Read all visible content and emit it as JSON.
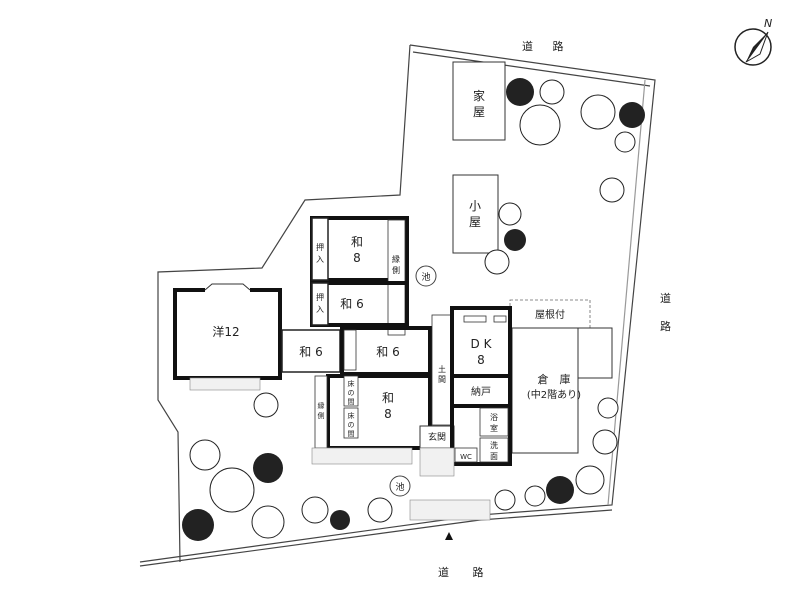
{
  "compass": {
    "north_label": "N"
  },
  "roads": {
    "top": "道 路",
    "right": "道 路",
    "bottom": "道 路"
  },
  "outbuildings": {
    "house": "家屋",
    "shed": "小屋",
    "annex": "屋根付"
  },
  "rooms": {
    "washitsu_top": {
      "name": "和",
      "size": "8"
    },
    "washitsu_mid": {
      "name": "和 6"
    },
    "washitsu_middle": {
      "name": "和 6"
    },
    "washitsu_small": {
      "name": "和 6"
    },
    "washitsu_bottom": {
      "name": "和",
      "size": "8"
    },
    "western": {
      "name": "洋12"
    },
    "dk": {
      "name": "D K",
      "size": "8"
    },
    "storage": {
      "name": "納戸"
    },
    "garage": {
      "name": "倉　庫",
      "note": "(中2階あり)"
    },
    "bath": {
      "name": "浴室"
    },
    "wash": {
      "name": "洗面"
    },
    "wc": {
      "name": "WC"
    },
    "entrance": {
      "name": "玄関"
    },
    "earth_floor": {
      "name": "土間"
    }
  },
  "features": {
    "closet_1": "押入",
    "closet_2": "押入",
    "veranda_top": "縁側",
    "veranda_bottom": "縁側",
    "tokonoma_1": "床の間",
    "tokonoma_2": "床の間",
    "pond_1": "池",
    "pond_2": "池"
  }
}
